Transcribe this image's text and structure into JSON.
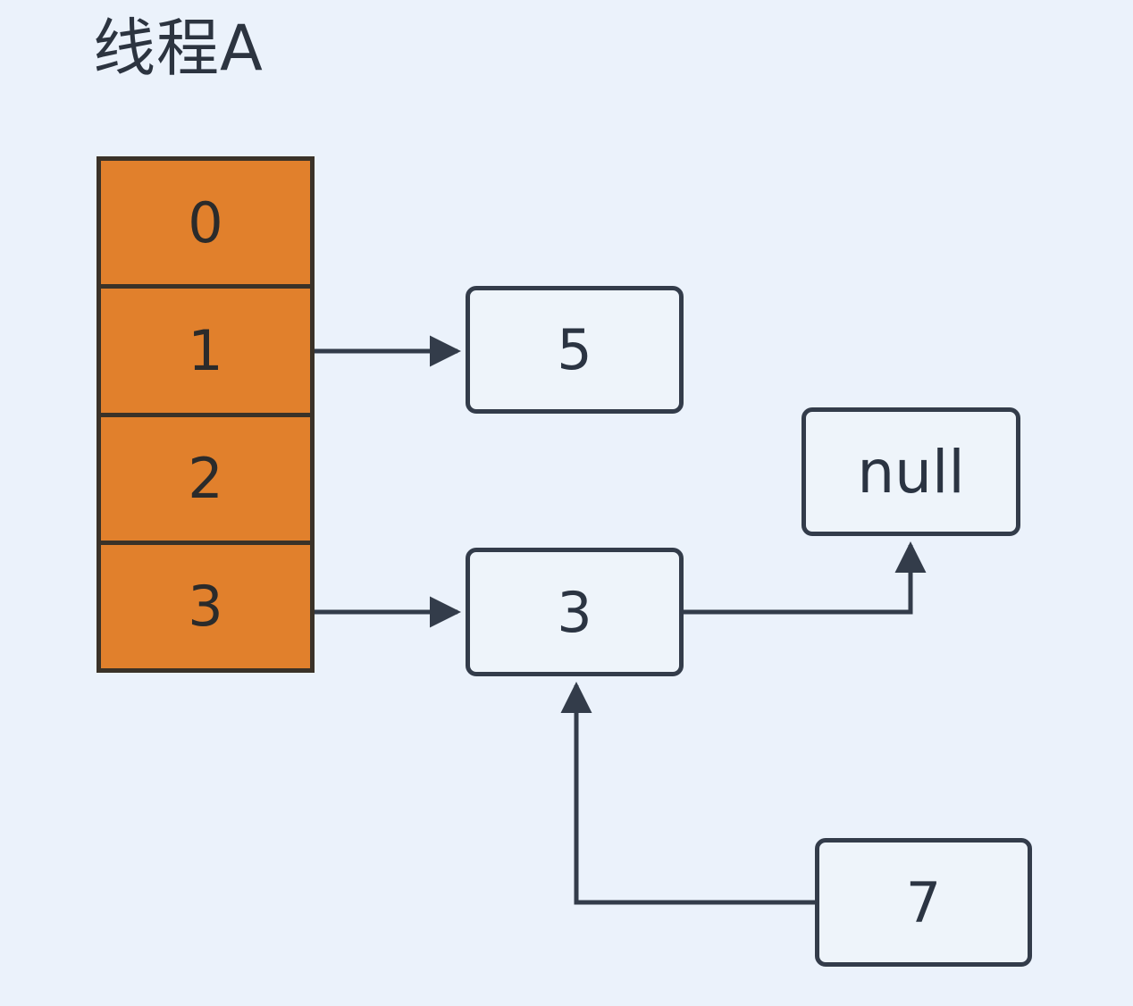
{
  "diagram": {
    "title": "线程A",
    "background_color": "#ebf2fb",
    "array": {
      "label": "hash-table-array",
      "fill_color": "#e1802c",
      "border_color": "#3a3228",
      "cells": [
        {
          "index_label": "0"
        },
        {
          "index_label": "1"
        },
        {
          "index_label": "2"
        },
        {
          "index_label": "3"
        }
      ]
    },
    "nodes": [
      {
        "id": "node-5",
        "value": "5"
      },
      {
        "id": "node-null",
        "value": "null"
      },
      {
        "id": "node-3",
        "value": "3"
      },
      {
        "id": "node-7",
        "value": "7"
      }
    ],
    "node_style": {
      "fill_color": "#eef4fa",
      "border_color": "#333c4a"
    },
    "edges": [
      {
        "id": "edge-bucket1-to-5",
        "from": "array-cell-1",
        "to": "node-5",
        "arrow": "to"
      },
      {
        "id": "edge-bucket3-to-3",
        "from": "array-cell-3",
        "to": "node-3",
        "arrow": "to"
      },
      {
        "id": "edge-3-to-null",
        "from": "node-3",
        "to": "node-null",
        "arrow": "to"
      },
      {
        "id": "edge-7-to-3",
        "from": "node-7",
        "to": "node-3",
        "arrow": "to"
      }
    ]
  }
}
